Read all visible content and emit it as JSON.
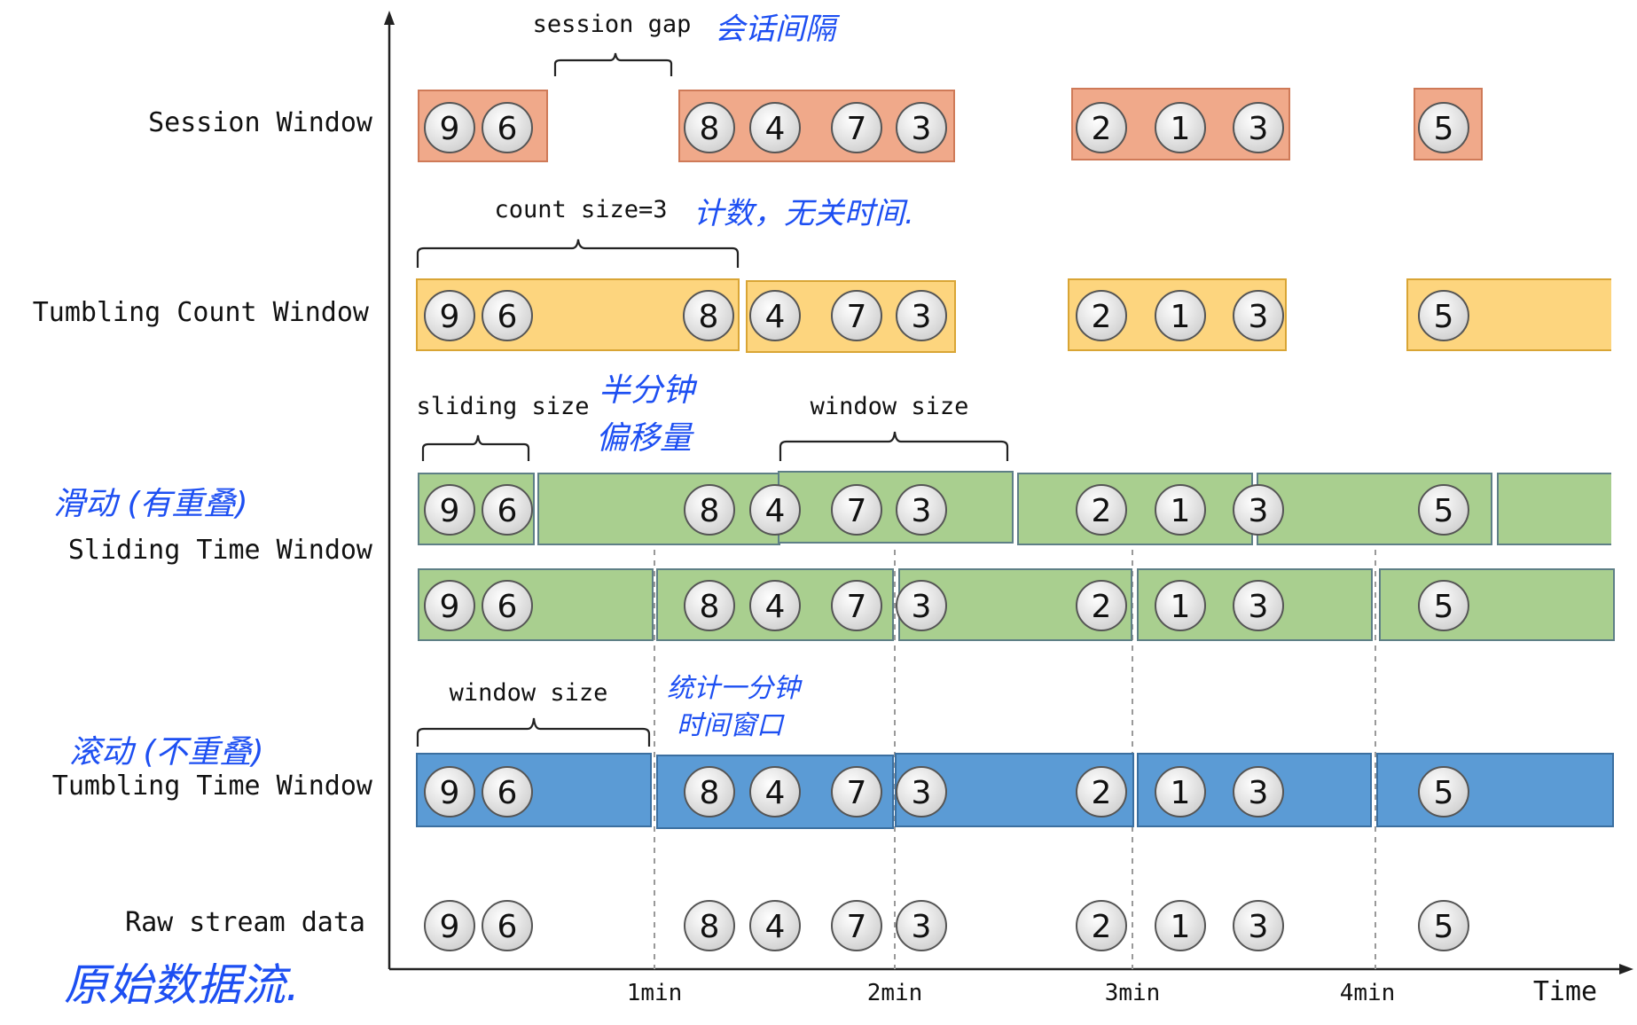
{
  "row_labels": {
    "session": "Session Window",
    "count": "Tumbling Count Window",
    "sliding": "Sliding Time Window",
    "tumbling": "Tumbling Time Window",
    "raw": "Raw stream data"
  },
  "annotations": {
    "session_gap": "session gap",
    "count_size": "count size=3",
    "sliding_size": "sliding size",
    "window_size_sliding": "window size",
    "window_size_tumbling": "window size"
  },
  "handwritten_notes": {
    "session_gap_cn": "会话间隔",
    "count_cn": "计数，无关时间.",
    "sliding_size_cn_line1": "半分钟",
    "sliding_size_cn_line2": "偏移量",
    "sliding_cn": "滑动 (有重叠)",
    "tumbling_cn": "滚动 (不重叠)",
    "tumbling_size_cn_line1": "统计一分钟",
    "tumbling_size_cn_line2": "时间窗口",
    "raw_cn": "原始数据流."
  },
  "axis": {
    "ticks": [
      "1min",
      "2min",
      "3min",
      "4min"
    ],
    "x_label": "Time"
  },
  "events": [
    "9",
    "6",
    "8",
    "4",
    "7",
    "3",
    "2",
    "1",
    "3",
    "5"
  ],
  "colors": {
    "session": "#f0a98a",
    "count": "#fdd57e",
    "sliding": "#a9cf8f",
    "tumbling": "#5b9bd5",
    "handwriting": "#1d4ff2",
    "circle_fill": "#e6e6e6"
  }
}
